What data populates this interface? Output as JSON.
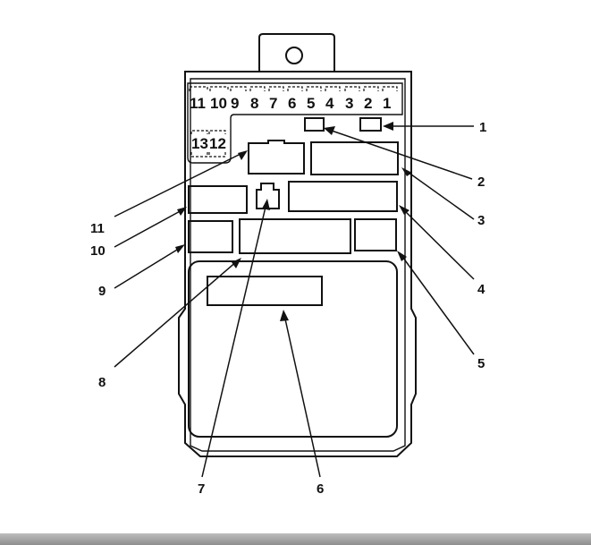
{
  "fuse_slots": [
    {
      "id": "slot-11",
      "label": "11"
    },
    {
      "id": "slot-10",
      "label": "10"
    },
    {
      "id": "slot-9",
      "label": "9"
    },
    {
      "id": "slot-8",
      "label": "8"
    },
    {
      "id": "slot-7",
      "label": "7"
    },
    {
      "id": "slot-6",
      "label": "6"
    },
    {
      "id": "slot-5",
      "label": "5"
    },
    {
      "id": "slot-4",
      "label": "4"
    },
    {
      "id": "slot-3",
      "label": "3"
    },
    {
      "id": "slot-2",
      "label": "2"
    },
    {
      "id": "slot-1",
      "label": "1"
    },
    {
      "id": "slot-13",
      "label": "13"
    },
    {
      "id": "slot-12",
      "label": "12"
    }
  ],
  "callouts": [
    {
      "id": "callout-1",
      "label": "1"
    },
    {
      "id": "callout-2",
      "label": "2"
    },
    {
      "id": "callout-3",
      "label": "3"
    },
    {
      "id": "callout-4",
      "label": "4"
    },
    {
      "id": "callout-5",
      "label": "5"
    },
    {
      "id": "callout-6",
      "label": "6"
    },
    {
      "id": "callout-7",
      "label": "7"
    },
    {
      "id": "callout-8",
      "label": "8"
    },
    {
      "id": "callout-9",
      "label": "9"
    },
    {
      "id": "callout-10",
      "label": "10"
    },
    {
      "id": "callout-11",
      "label": "11"
    }
  ]
}
